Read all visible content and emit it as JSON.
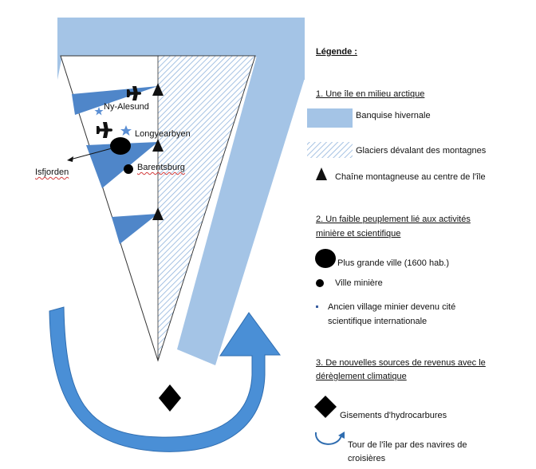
{
  "map": {
    "labels": {
      "ny_alesund": "Ny-Alesund",
      "longyearbyen": "Longyearbyen",
      "barentsburg": "Barentsburg",
      "isfjorden": "Isfjorden"
    },
    "icons": {
      "airport": "airplane-icon",
      "mountain": "triangle-icon",
      "research_station": "star-icon",
      "hydrocarbon": "diamond-icon",
      "cruise": "curved-arrow-icon"
    }
  },
  "legend": {
    "title": "Légende :",
    "section1": {
      "heading": "1. Une île en milieu arctique",
      "banquise": "Banquise hivernale",
      "glaciers": "Glaciers dévalant des montagnes",
      "chaine": "Chaîne montagneuse au centre de l'île"
    },
    "section2": {
      "heading_line1": "2. Un faible peuplement lié aux activités",
      "heading_line2": "minière et scientifique",
      "grande_ville": "Plus grande ville (1600 hab.)",
      "ville_miniere": "Ville minière",
      "village_line1": "Ancien village minier devenu cité",
      "village_line2": "scientifique internationale"
    },
    "section3": {
      "heading_line1": "3. De nouvelles sources de revenus avec le",
      "heading_line2": "dérèglement climatique",
      "gisements": "Gisements d'hydrocarbures",
      "tour_line1": "Tour de l'île par des navires de",
      "tour_line2": "croisières"
    }
  },
  "colors": {
    "ice": "#a4c4e6",
    "fjord": "#4f86c9",
    "arrow": "#4a8fd6",
    "hatch": "#8fb3dc",
    "dark": "#111111"
  }
}
